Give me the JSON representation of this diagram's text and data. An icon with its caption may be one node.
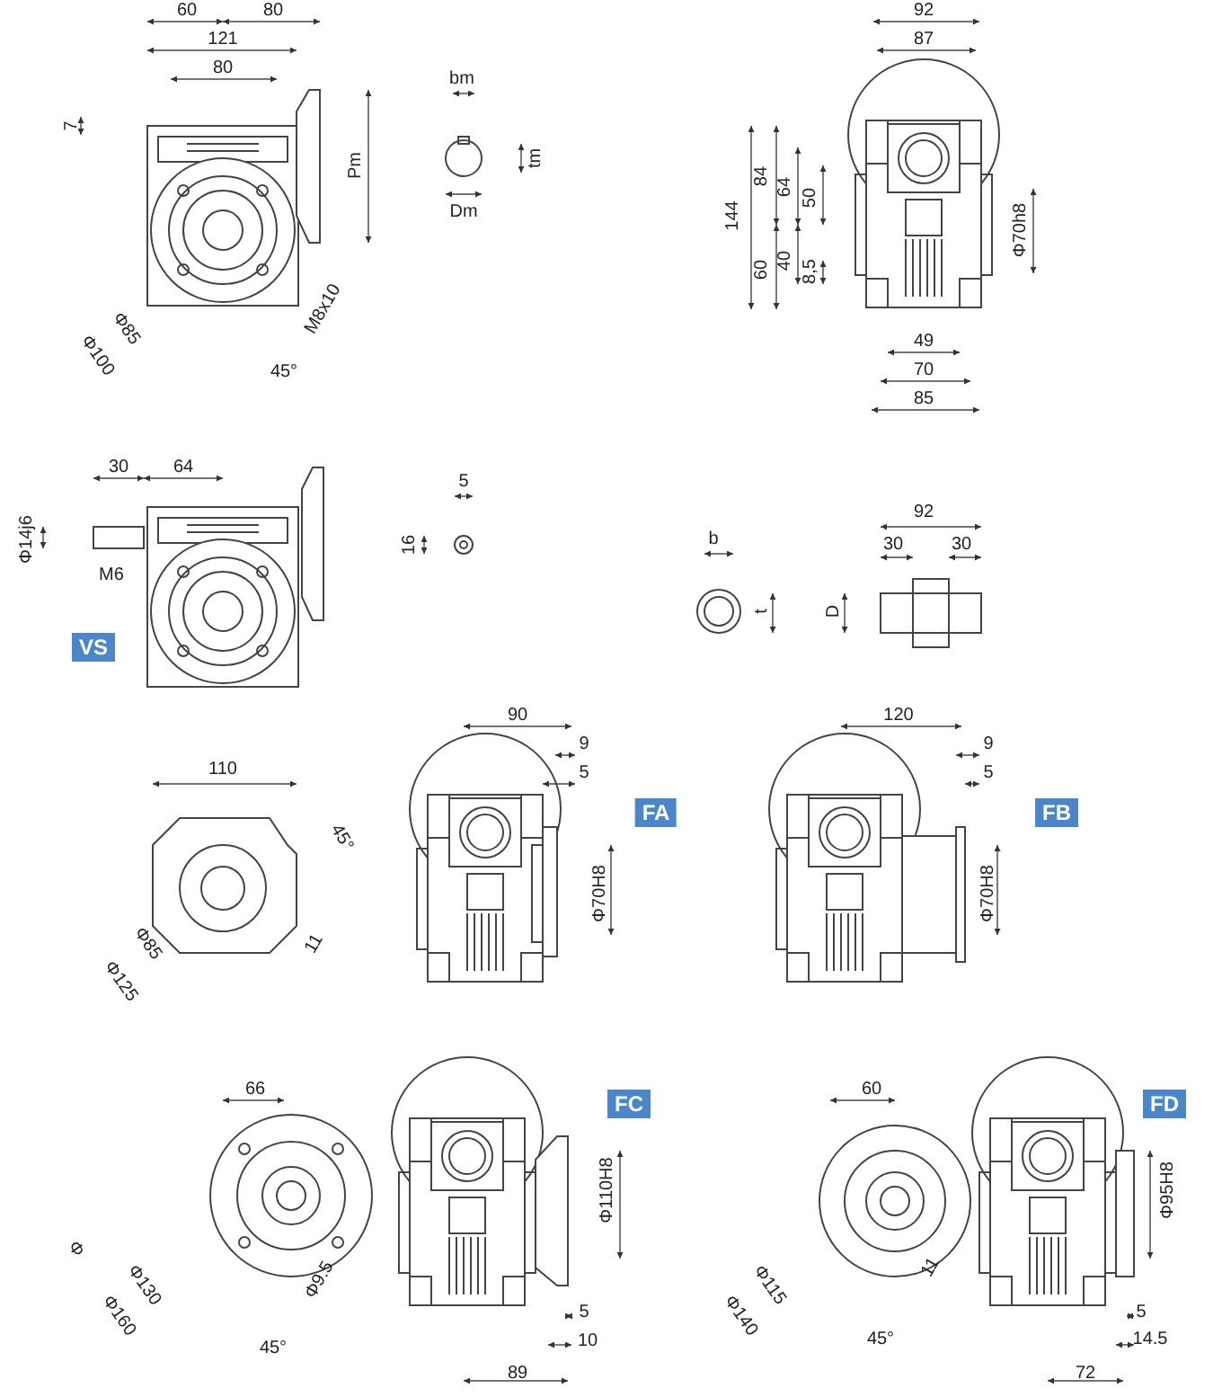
{
  "diagram": {
    "labels": [
      "60",
      "80",
      "121",
      "80",
      "7",
      "Pm",
      "bm",
      "tm",
      "Dm",
      "M8x10",
      "Φ85",
      "Φ100",
      "45°",
      "92",
      "87",
      "144",
      "84",
      "64",
      "50",
      "60",
      "40",
      "8,5",
      "Φ70h8",
      "49",
      "70",
      "85",
      "30",
      "64",
      "Φ14j6",
      "M6",
      "VS",
      "5",
      "16",
      "b",
      "t",
      "D",
      "92",
      "30",
      "30",
      "110",
      "45°",
      "Φ85",
      "Φ125",
      "11",
      "90",
      "9",
      "5",
      "FA",
      "Φ70H8",
      "120",
      "9",
      "5",
      "FB",
      "Φ70H8",
      "66",
      "Φ",
      "Φ130",
      "Φ160",
      "Φ9.5",
      "45°",
      "FC",
      "Φ110H8",
      "5",
      "10",
      "89",
      "60",
      "Φ115",
      "Φ140",
      "11",
      "45°",
      "FD",
      "Φ95H8",
      "5",
      "14.5",
      "72"
    ]
  }
}
